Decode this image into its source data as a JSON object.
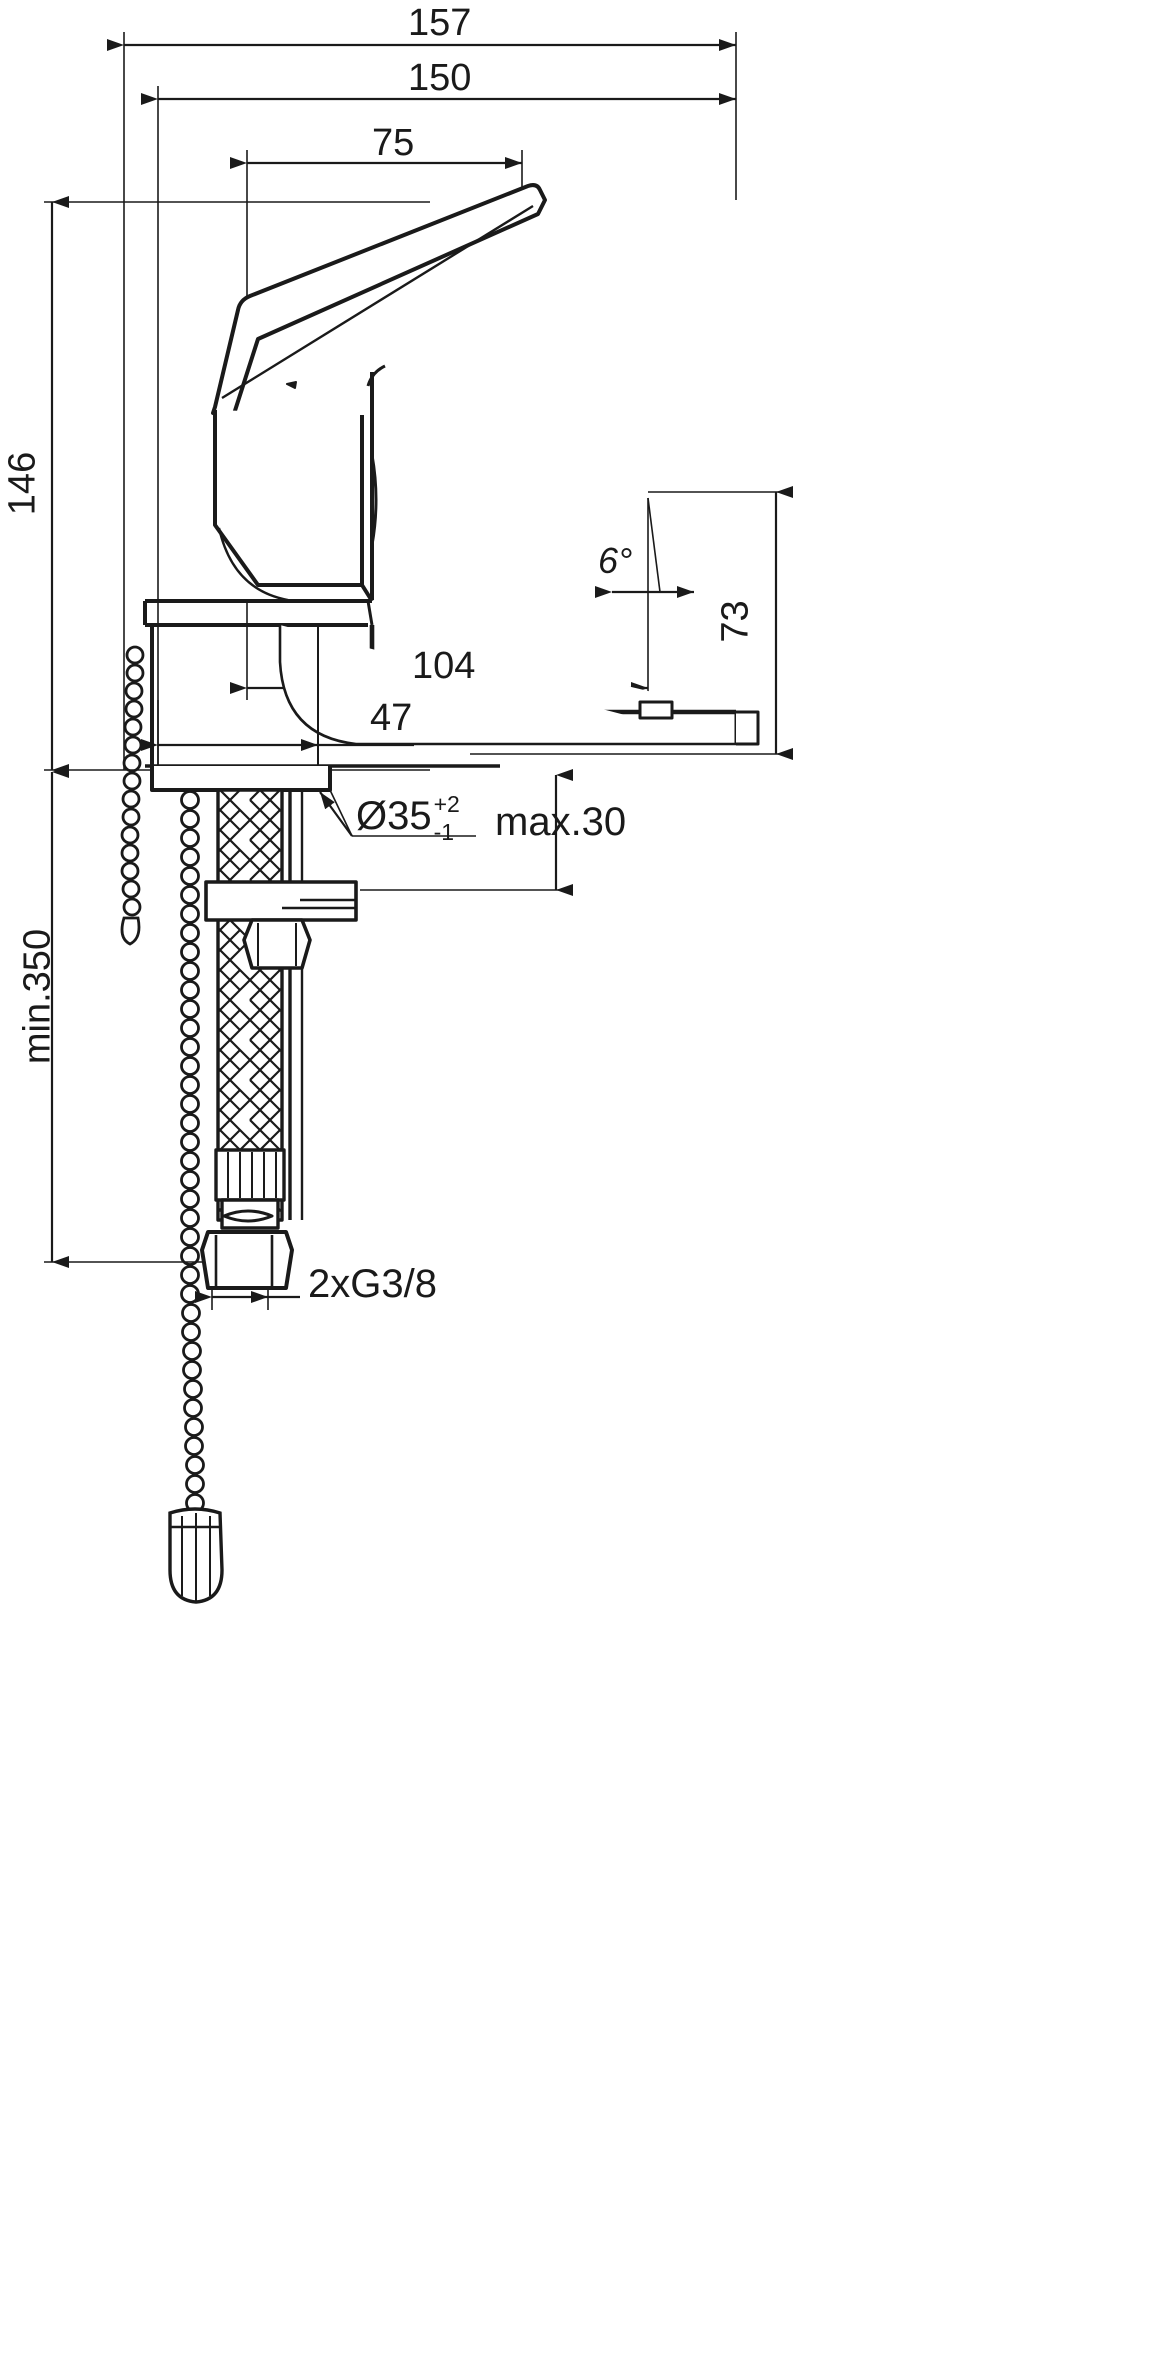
{
  "drawing": {
    "title": "Basin mixer tap dimensional drawing",
    "units": "mm",
    "line_color": "#1a1a1a",
    "background": "#ffffff"
  },
  "dimensions": {
    "overall_width_outer": "157",
    "overall_width_inner": "150",
    "handle_offset": "75",
    "body_height": "146",
    "spout_height": "73",
    "spout_reach": "104",
    "base_width": "47",
    "spout_angle": "6°",
    "min_supply_length": "min.350"
  },
  "annotations": {
    "hole_diameter_symbol": "Ø",
    "hole_diameter_value": "35",
    "hole_tol_upper": "+2",
    "hole_tol_lower": "-1",
    "max_thickness": "max.30",
    "thread_spec": "2xG3/8"
  },
  "parts": [
    {
      "name": "lever-handle"
    },
    {
      "name": "mixer-body"
    },
    {
      "name": "spout"
    },
    {
      "name": "aerator"
    },
    {
      "name": "shank"
    },
    {
      "name": "mounting-plate"
    },
    {
      "name": "fixing-nut"
    },
    {
      "name": "flexible-hose"
    },
    {
      "name": "hose-coupling-nut"
    },
    {
      "name": "pop-up-chain"
    },
    {
      "name": "chain-plug"
    }
  ]
}
